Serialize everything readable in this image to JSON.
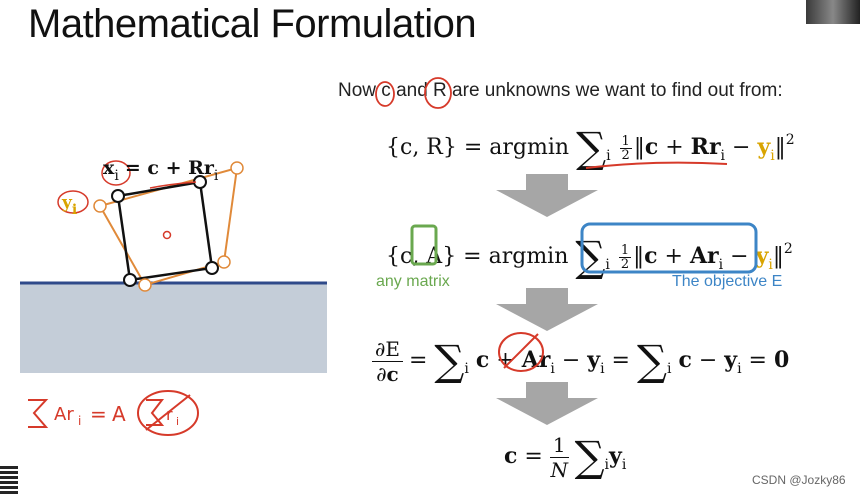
{
  "slide": {
    "title": "Mathematical Formulation",
    "intro_text": "Now c and R are unknowns we want to find out from:",
    "any_matrix_label": "any matrix",
    "objective_label": "The objective E"
  },
  "diagram": {
    "x_label": "x",
    "x_sub": "i",
    "x_rhs": "= c + Rr",
    "x_rhs_sub": "i",
    "y_label": "y",
    "y_sub": "i"
  },
  "equations": {
    "eq1_lhs": "{c, R} = argmin",
    "eq2_lhs": "{c, A} = argmin",
    "eq3": "∂E/∂c",
    "eq4": "c = 1/N Σ y"
  },
  "watermark": "CSDN @Jozky86",
  "colors": {
    "red": "#d63a2a",
    "green": "#6aa84f",
    "blue": "#3d85c6",
    "orange": "#e08a3a",
    "navy": "#2f4a8a",
    "gray_fill": "#c4cdd8",
    "yellow": "#d9a400"
  }
}
